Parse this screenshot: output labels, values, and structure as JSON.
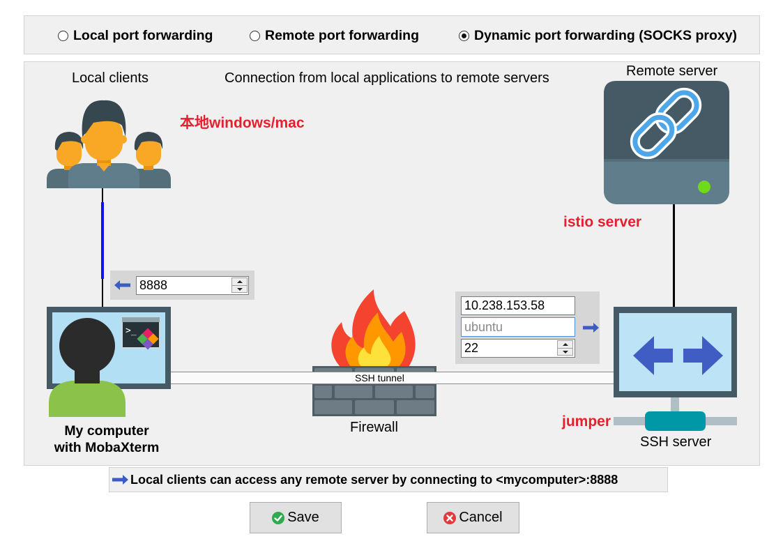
{
  "mode_selector": {
    "options": [
      {
        "label": "Local port forwarding",
        "selected": false
      },
      {
        "label": "Remote port forwarding",
        "selected": false
      },
      {
        "label": "Dynamic port forwarding (SOCKS proxy)",
        "selected": true
      }
    ]
  },
  "diagram": {
    "local_clients_label": "Local clients",
    "description": "Connection from local applications to remote servers",
    "remote_server_label": "Remote server",
    "my_computer_line1": "My computer",
    "my_computer_line2": "with MobaXterm",
    "terminal_prompt": ">_",
    "firewall_label": "Firewall",
    "ssh_tunnel_label": "SSH tunnel",
    "ssh_server_label": "SSH server"
  },
  "annotations": {
    "local_note": "本地windows/mac",
    "remote_note": "istio server",
    "jumper_note": "jumper"
  },
  "local_port": {
    "value": "8888"
  },
  "ssh_server": {
    "host": "10.238.153.58",
    "username_placeholder": "ubuntu",
    "port": "22"
  },
  "info": {
    "text": "Local clients can access any remote server by connecting to <mycomputer>:8888"
  },
  "buttons": {
    "save_label": "Save",
    "cancel_label": "Cancel"
  },
  "icons": {
    "local_clients": "users-group-icon",
    "my_computer": "computer-user-icon",
    "firewall": "firewall-icon",
    "remote_server": "server-link-icon",
    "ssh_server": "ssh-server-monitor-icon",
    "arrow": "arrow-icon",
    "save": "check-circle-icon",
    "cancel": "close-circle-icon"
  },
  "colors": {
    "accent_blue": "#3b5bc7",
    "annotation_red": "#e5202e",
    "tunnel_highlight_blue": "#1010f0",
    "connector_teal": "#0097a7",
    "led_green": "#6fd91a",
    "save_green": "#2eaa4f",
    "cancel_red": "#e0393e"
  }
}
